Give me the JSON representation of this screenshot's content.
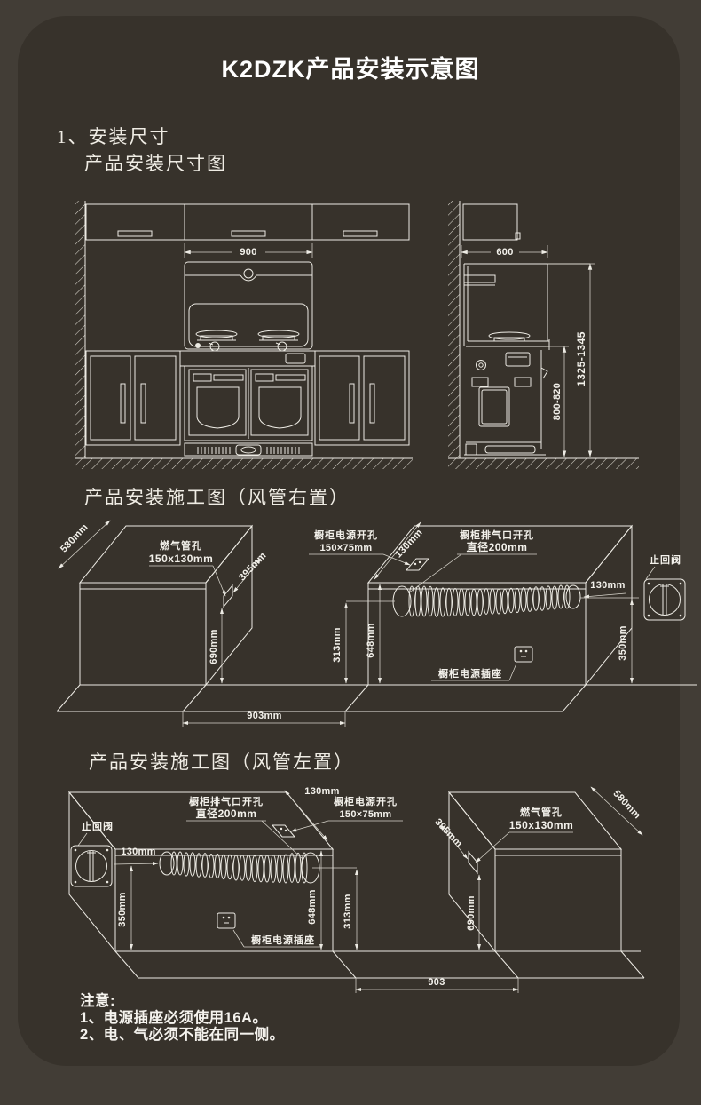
{
  "page": {
    "title": "K2DZK产品安装示意图",
    "section_no": "1、",
    "section_title": "安装尺寸",
    "subtitle_dims": "产品安装尺寸图",
    "subtitle_duct_right": "产品安装施工图（风管右置）",
    "subtitle_duct_left": "产品安装施工图（风管左置）"
  },
  "front_view": {
    "width": "900"
  },
  "side_view": {
    "depth": "600",
    "total_height": "1325-1345",
    "counter_height": "800-820"
  },
  "labels": {
    "gas_hole_1": "燃气管孔",
    "gas_hole_2": "150x130mm",
    "power_hole_1": "橱柜电源开孔",
    "power_hole_2": "150×75mm",
    "vent_hole_1": "橱柜排气口开孔",
    "vent_hole_2": "直径200mm",
    "check_valve": "止回阀",
    "socket": "橱柜电源插座"
  },
  "dims_right": {
    "depth": "580mm",
    "gas_offset": "395mm",
    "gas_height": "690mm",
    "top_offset": "130mm",
    "duct_gap": "130mm",
    "valve_height": "350mm",
    "duct_height": "313mm",
    "cabinet_height": "648mm",
    "gap_width": "903mm"
  },
  "dims_left": {
    "depth": "580mm",
    "gas_offset": "395mm",
    "gas_height": "690mm",
    "top_offset": "130mm",
    "duct_gap": "130mm",
    "valve_height": "350mm",
    "duct_height": "313mm",
    "cabinet_height": "648mm",
    "gap_width": "903"
  },
  "notes": {
    "heading": "注意:",
    "line1": "1、电源插座必须使用16A。",
    "line2": "2、电、气必须不能在同一侧。"
  },
  "colors": {
    "background": "#423d36",
    "card": "#37322b",
    "line": "#edebe4",
    "text": "#f3f1eb"
  }
}
